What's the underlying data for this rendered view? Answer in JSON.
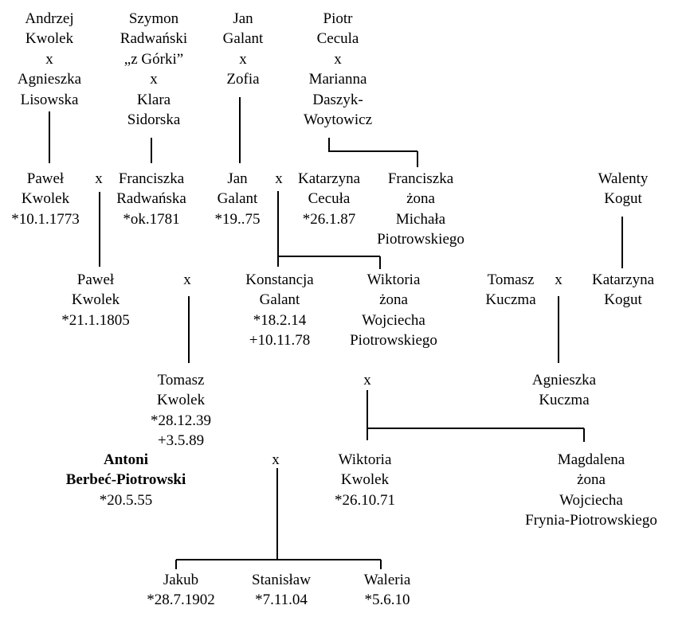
{
  "marriage_symbol": "x",
  "people": {
    "andrzej_kwolek": [
      "Andrzej",
      "Kwolek",
      "x",
      "Agnieszka",
      "Lisowska"
    ],
    "szymon_radwanski": [
      "Szymon",
      "Radwański",
      "„z Górki”",
      "x",
      "Klara",
      "Sidorska"
    ],
    "jan_galant_sr": [
      "Jan",
      "Galant",
      "x",
      "Zofia"
    ],
    "piotr_cecula": [
      "Piotr",
      "Ceculа",
      "x",
      "Marianna",
      "Daszyk-",
      "Woytowicz"
    ],
    "pawel_kwolek_1773": [
      "Paweł",
      "Kwolek",
      "*10.1.1773"
    ],
    "franciszka_radwanska": [
      "Franciszka",
      "Radwańska",
      "*ok.1781"
    ],
    "jan_galant_75": [
      "Jan",
      "Galant",
      "*19..75"
    ],
    "katarzyna_cecula": [
      "Katarzyna",
      "Cecuła",
      "*26.1.87"
    ],
    "franciszka_cecula": [
      "Franciszka",
      "żona",
      "Michała",
      "Piotrowskiego"
    ],
    "walenty_kogut": [
      "Walenty",
      "Kogut"
    ],
    "pawel_kwolek_1805": [
      "Paweł",
      "Kwolek",
      "*21.1.1805"
    ],
    "konstancja_galant": [
      "Konstancja",
      "Galant",
      "*18.2.14",
      "+10.11.78"
    ],
    "wiktoria_galant": [
      "Wiktoria",
      "żona",
      "Wojciecha",
      "Piotrowskiego"
    ],
    "tomasz_kuczma": [
      "Tomasz",
      "Kuczma"
    ],
    "katarzyna_kogut": [
      "Katarzyna",
      "Kogut"
    ],
    "tomasz_kwolek": [
      "Tomasz",
      "Kwolek",
      "*28.12.39",
      "+3.5.89"
    ],
    "agnieszka_kuczma": [
      "Agnieszka",
      "Kuczma"
    ],
    "antoni_berbec": [
      "Antoni",
      "Berbeć-Piotrowski",
      "*20.5.55"
    ],
    "wiktoria_kwolek": [
      "Wiktoria",
      "Kwolek",
      "*26.10.71"
    ],
    "magdalena": [
      "Magdalena",
      "żona",
      "Wojciecha",
      "Frynia-Piotrowskiego"
    ],
    "jakub": [
      "Jakub",
      "*28.7.1902"
    ],
    "stanislaw": [
      "Stanisław",
      "*7.11.04"
    ],
    "waleria": [
      "Waleria",
      "*5.6.10"
    ]
  }
}
